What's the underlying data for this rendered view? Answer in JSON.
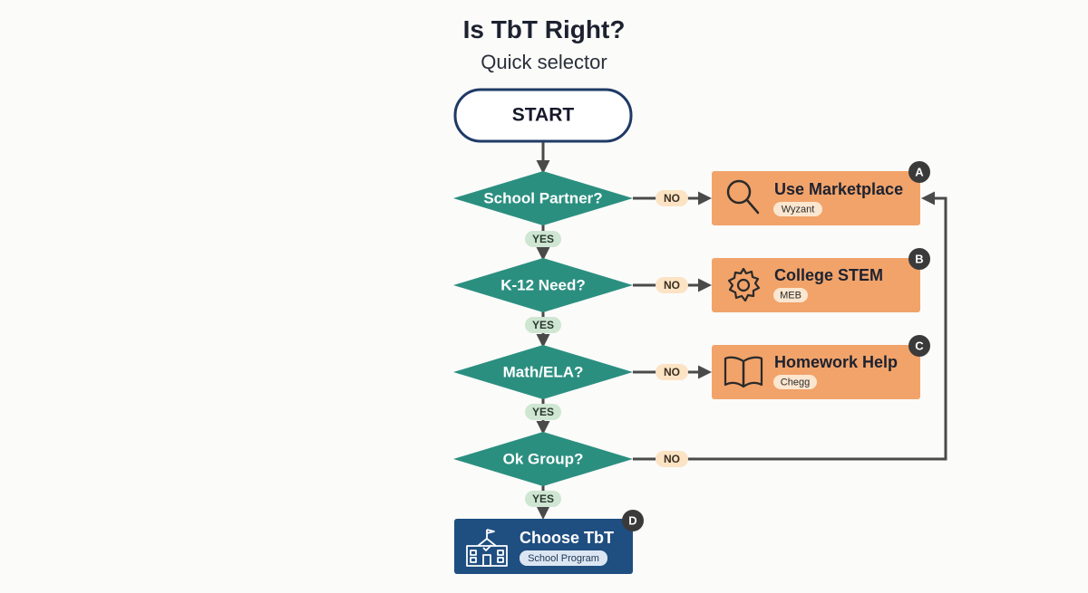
{
  "header": {
    "title": "Is TbT Right?",
    "subtitle": "Quick selector"
  },
  "start": {
    "label": "START"
  },
  "decisions": [
    {
      "question": "School Partner?",
      "no_label": "NO",
      "yes_label": "YES"
    },
    {
      "question": "K-12 Need?",
      "no_label": "NO",
      "yes_label": "YES"
    },
    {
      "question": "Math/ELA?",
      "no_label": "NO",
      "yes_label": "YES"
    },
    {
      "question": "Ok Group?",
      "no_label": "NO",
      "yes_label": "YES"
    }
  ],
  "results": [
    {
      "badge": "A",
      "title": "Use Marketplace",
      "tag": "Wyzant",
      "icon": "magnifier-icon"
    },
    {
      "badge": "B",
      "title": "College STEM",
      "tag": "MEB",
      "icon": "gear-icon"
    },
    {
      "badge": "C",
      "title": "Homework Help",
      "tag": "Chegg",
      "icon": "open-book-icon"
    }
  ],
  "final": {
    "badge": "D",
    "title": "Choose TbT",
    "tag": "School Program",
    "icon": "school-building-icon"
  },
  "colors": {
    "decision": "#2b8f80",
    "result": "#f1a36a",
    "final": "#1f4e80",
    "start_border": "#1f3a66",
    "yes_pill": "#cfe6d2",
    "no_pill": "#fbe3c4",
    "badge": "#3a3a3a"
  }
}
